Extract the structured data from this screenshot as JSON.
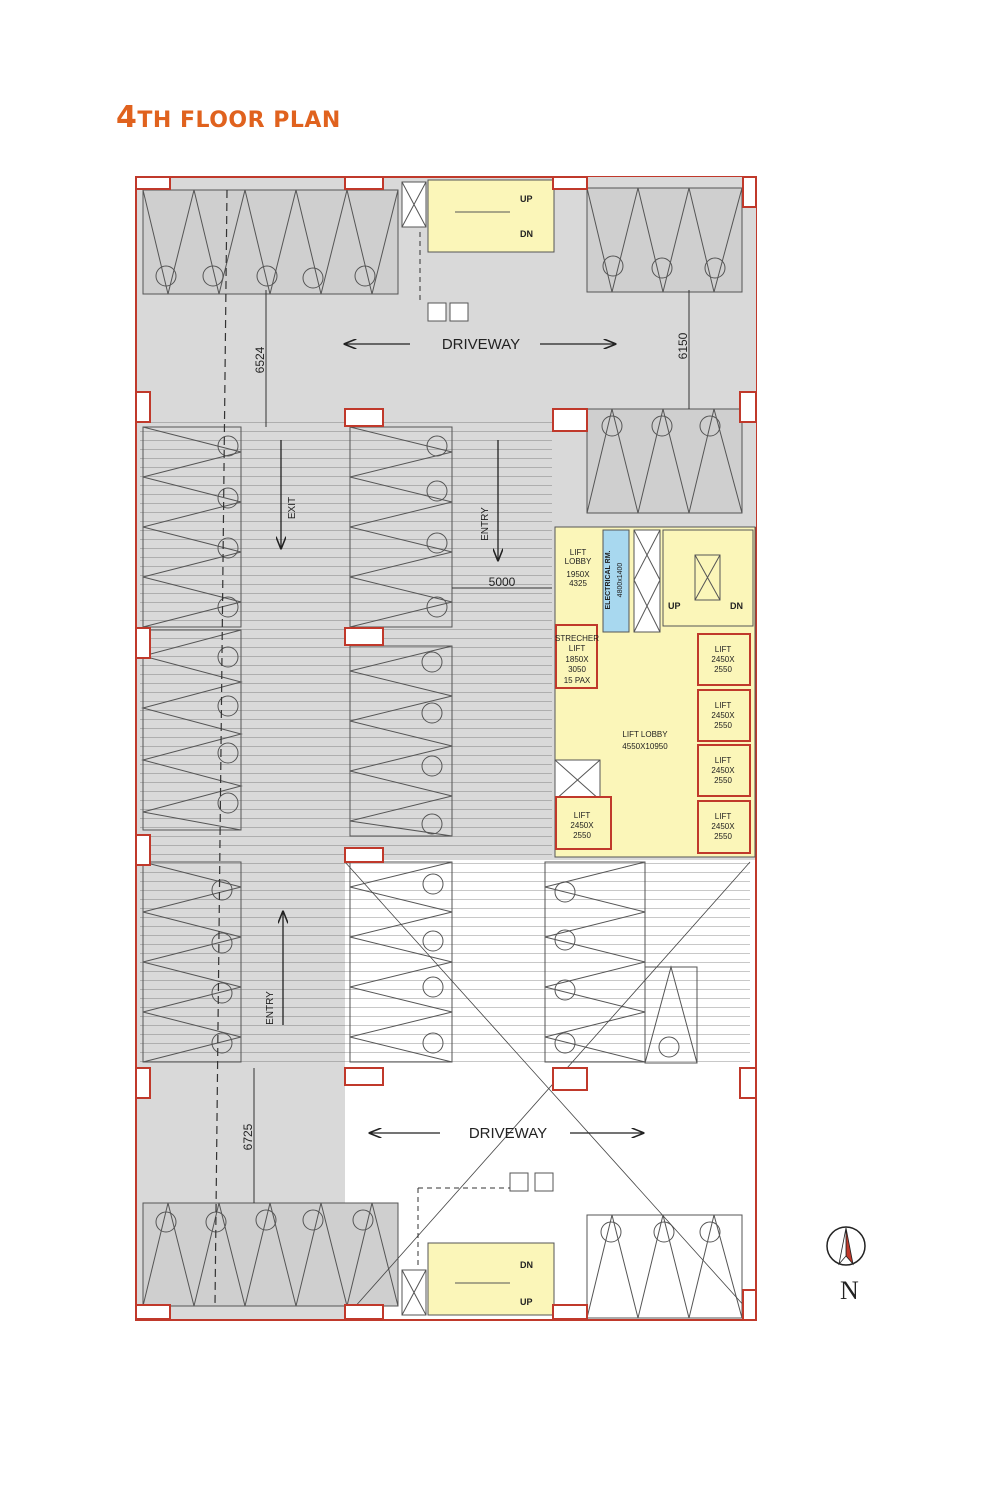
{
  "title": {
    "prefix": "4",
    "rest": "TH FLOOR PLAN"
  },
  "labels": {
    "driveway_top": "DRIVEWAY",
    "driveway_bottom": "DRIVEWAY",
    "exit": "EXIT",
    "entry_middle": "ENTRY",
    "entry_bottom": "ENTRY",
    "dim_6524": "6524",
    "dim_6150": "6150",
    "dim_5000": "5000",
    "dim_6725": "6725",
    "stair_top_up": "UP",
    "stair_top_dn": "DN",
    "stair_right_up": "UP",
    "stair_right_dn": "DN",
    "stair_bottom_dn": "DN",
    "stair_bottom_up": "UP",
    "lift_lobby_small": [
      "LIFT",
      "LOBBY",
      "1950X",
      "4325"
    ],
    "electrical_room": "ELECTRICAL RM.",
    "electrical_size": "4800x1400",
    "strecher_lift": [
      "STRECHER",
      "LIFT",
      "1850X",
      "3050",
      "15 PAX"
    ],
    "lift_lobby_main": [
      "LIFT LOBBY",
      "4550X10950"
    ],
    "lift_cells": [
      [
        "LIFT",
        "2450X",
        "2550"
      ],
      [
        "LIFT",
        "2450X",
        "2550"
      ],
      [
        "LIFT",
        "2450X",
        "2550"
      ],
      [
        "LIFT",
        "2450X",
        "2550"
      ],
      [
        "LIFT",
        "2450X",
        "2550"
      ]
    ],
    "north": "N"
  },
  "colors": {
    "title": "#e0621e",
    "column": "#c0392b",
    "floor_grey": "#d9d9d9",
    "parking_grey": "#cfcfcf",
    "core_yellow": "#fbf6b9",
    "electrical_blue": "#a8d8ef"
  }
}
